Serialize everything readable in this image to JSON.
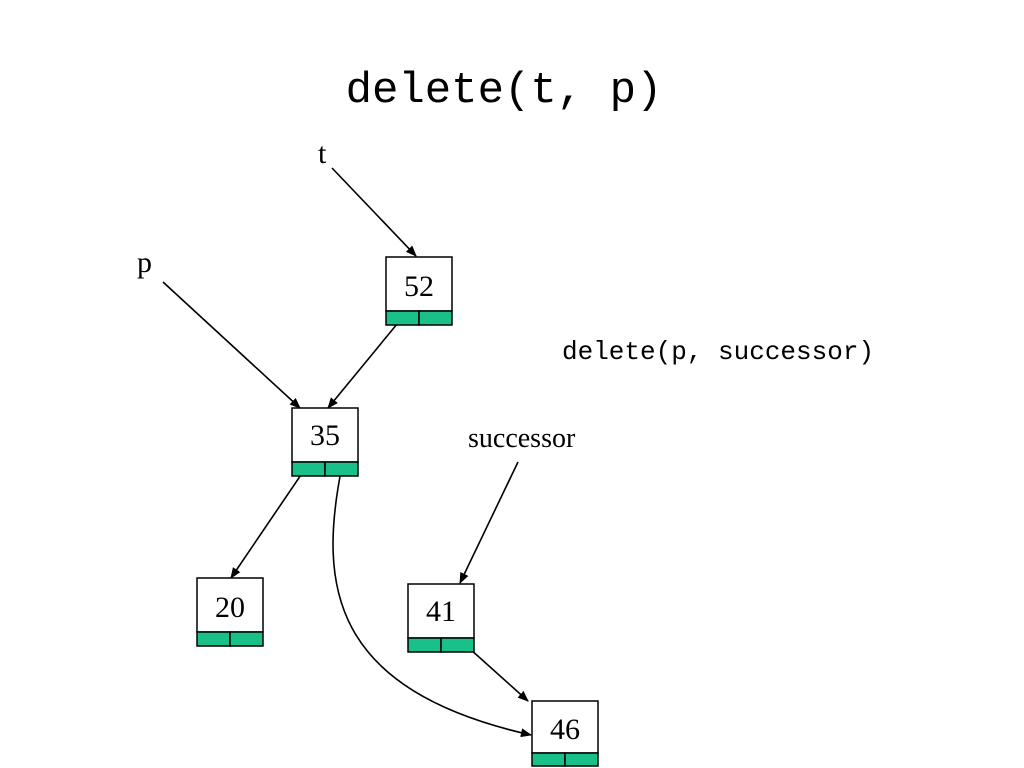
{
  "title": "delete(t, p)",
  "call_label": "delete(p, successor)",
  "pointer_labels": {
    "t": "t",
    "p": "p",
    "successor": "successor"
  },
  "nodes": {
    "n52": "52",
    "n35": "35",
    "n20": "20",
    "n41": "41",
    "n46": "46"
  },
  "colors": {
    "pointer_field": "#19c08a",
    "line": "#000000",
    "background": "#ffffff"
  }
}
